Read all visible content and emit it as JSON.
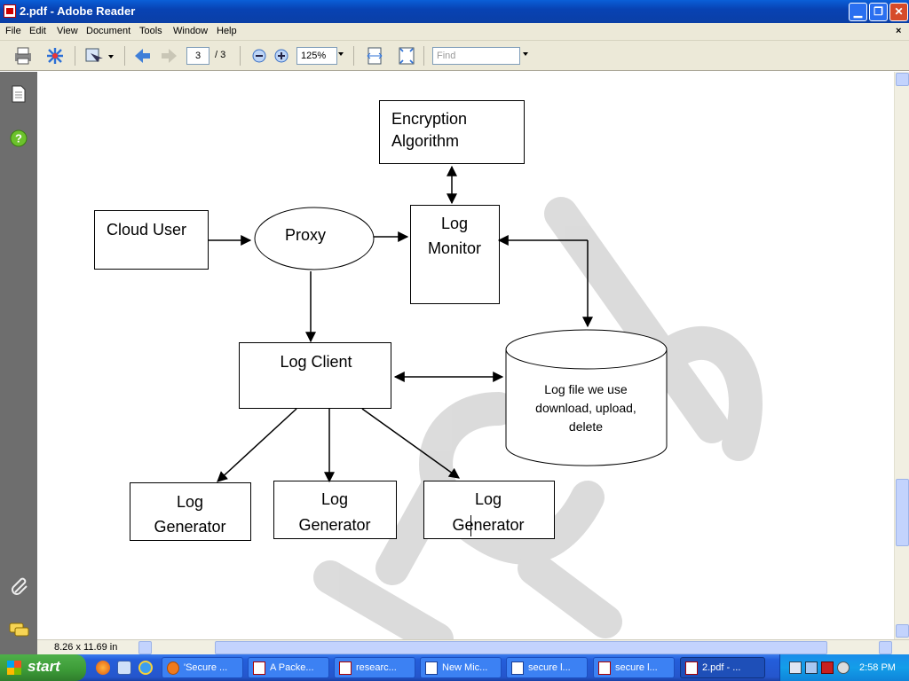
{
  "window": {
    "title": "2.pdf - Adobe Reader"
  },
  "menu": [
    "File",
    "Edit",
    "View",
    "Document",
    "Tools",
    "Window",
    "Help"
  ],
  "menu_close": "×",
  "toolbar": {
    "page_current": "3",
    "page_total": "/ 3",
    "zoom": "125%",
    "find_placeholder": "Find"
  },
  "page_size": "8.26 x 11.69 in",
  "diagram": {
    "encryption": [
      "Encryption",
      "Algorithm"
    ],
    "cloud_user": "Cloud User",
    "proxy": "Proxy",
    "log_monitor": [
      "Log",
      "Monitor"
    ],
    "log_client": "Log Client",
    "log_file": [
      "Log file we use",
      "download, upload,",
      "delete"
    ],
    "generator1": [
      "Log",
      "Generator"
    ],
    "generator2": [
      "Log",
      "Generator"
    ],
    "generator3": [
      "Log",
      "Generator"
    ]
  },
  "taskbar": {
    "start": "start",
    "tasks": [
      "'Secure ...",
      "A Packe...",
      "researc...",
      "New Mic...",
      "secure l...",
      "secure l...",
      "2.pdf - ..."
    ],
    "clock": "2:58 PM"
  }
}
